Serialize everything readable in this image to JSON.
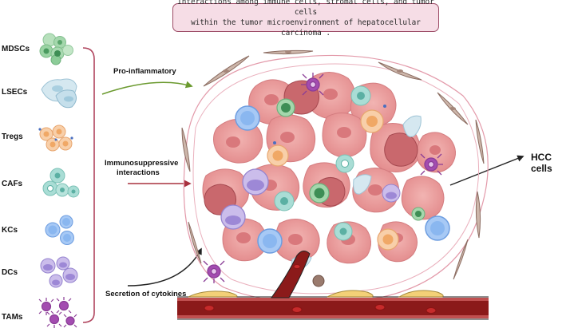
{
  "title": {
    "line1": "Interactions among immune cells, stromal cells, and tumor cells",
    "line2": "within the tumor microenvironment of hepatocellular carcinoma ."
  },
  "cell_types": [
    {
      "label": "MDSCs",
      "icon": "mdsc-cluster-icon",
      "color": "#8fcf9a"
    },
    {
      "label": "LSECs",
      "icon": "lsec-cluster-icon",
      "color": "#bcdbe8"
    },
    {
      "label": "Tregs",
      "icon": "treg-cluster-icon",
      "color": "#f6c196"
    },
    {
      "label": "CAFs",
      "icon": "caf-cluster-icon",
      "color": "#9ed8cf"
    },
    {
      "label": "KCs",
      "icon": "kc-cluster-icon",
      "color": "#8ab7f0"
    },
    {
      "label": "DCs",
      "icon": "dc-cluster-icon",
      "color": "#b6a2df"
    },
    {
      "label": "TAMs",
      "icon": "tam-cluster-icon",
      "color": "#8a3c96"
    }
  ],
  "interactions": {
    "pro_inflammatory": "Pro-inflammatory",
    "immunosuppressive_line1": "Immunosuppressive",
    "immunosuppressive_line2": "interactions",
    "cytokines": "Secretion of cytokines"
  },
  "outcome": "HCC cells",
  "colors": {
    "bracket": "#b0455e",
    "green_arrow": "#6b9a2f",
    "red_arrow": "#a8323f",
    "tumor": "#e9a0a0",
    "vessel": "#8b1a1a",
    "fibroblast": "#c9b0a3"
  }
}
